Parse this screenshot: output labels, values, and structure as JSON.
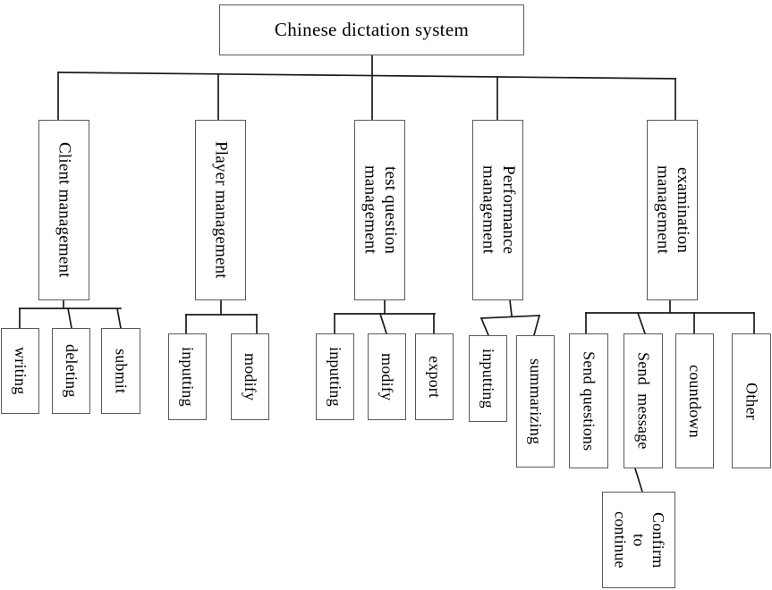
{
  "diagram": {
    "title": "Chinese dictation system",
    "type": "tree-hierarchy-diagram",
    "root": {
      "label": "Chinese dictation system"
    },
    "level2": [
      {
        "label": "Client management"
      },
      {
        "label": "Player management"
      },
      {
        "label": "test question\nmanagement"
      },
      {
        "label": "Performance\nmanagement"
      },
      {
        "label": "examination\nmanagement"
      }
    ],
    "level3": {
      "client_children": [
        {
          "label": "writing"
        },
        {
          "label": "deleting"
        },
        {
          "label": "submit"
        }
      ],
      "player_children": [
        {
          "label": "inputting"
        },
        {
          "label": "modify"
        }
      ],
      "test_question_children": [
        {
          "label": "inputting"
        },
        {
          "label": "modify"
        },
        {
          "label": "export"
        }
      ],
      "performance_children": [
        {
          "label": "inputting"
        },
        {
          "label": "summarizing"
        }
      ],
      "examination_children": [
        {
          "label": "Send questions"
        },
        {
          "label": "Send  message"
        },
        {
          "label": "countdown"
        },
        {
          "label": "Other"
        }
      ]
    },
    "level4": [
      {
        "label": "Confirm\nto\ncontinue"
      }
    ],
    "colors": {
      "background": "#ffffff",
      "box_border": "#5a5a5a",
      "connector": "#1a1a1a",
      "text": "#000000"
    }
  }
}
